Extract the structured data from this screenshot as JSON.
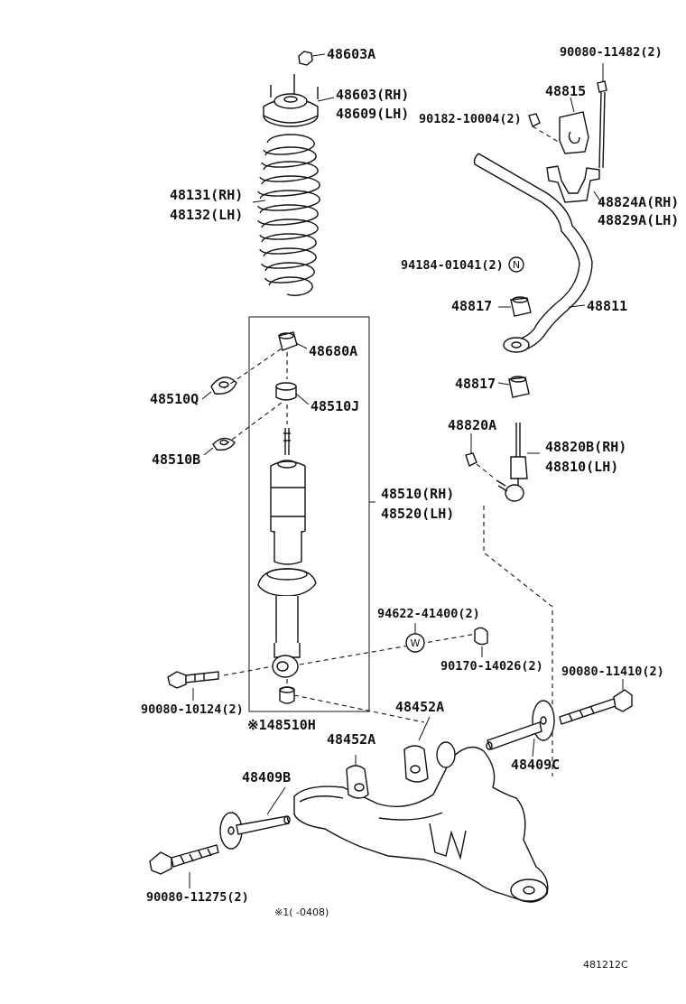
{
  "labels": {
    "p48603A": "48603A",
    "p48603RH": "48603(RH)",
    "p48609LH": "48609(LH)",
    "p90080_11482": "90080-11482(2)",
    "p48815": "48815",
    "p90182_10004": "90182-10004(2)",
    "p48131RH": "48131(RH)",
    "p48132LH": "48132(LH)",
    "p48824ARH": "48824A(RH)",
    "p48829ALH": "48829A(LH)",
    "p94184_01041": "94184-01041(2)",
    "p48817a": "48817",
    "p48811": "48811",
    "p48680A": "48680A",
    "p48510Q": "48510Q",
    "p48510J": "48510J",
    "p48817b": "48817",
    "p48820A": "48820A",
    "p48820BRH": "48820B(RH)",
    "p48810LH": "48810(LH)",
    "p48510B": "48510B",
    "p48510RH": "48510(RH)",
    "p48520LH": "48520(LH)",
    "p94622_41400": "94622-41400(2)",
    "p90170_14026": "90170-14026(2)",
    "p90080_11410": "90080-11410(2)",
    "p90080_10124": "90080-10124(2)",
    "p48510H": "※148510H",
    "p48452Aa": "48452A",
    "p48452Ab": "48452A",
    "p48409B": "48409B",
    "p48409C": "48409C",
    "p90080_11275": "90080-11275(2)",
    "note": "※1(       -0408)",
    "figure_code": "481212C"
  },
  "markers": {
    "n": "N",
    "w": "W"
  }
}
